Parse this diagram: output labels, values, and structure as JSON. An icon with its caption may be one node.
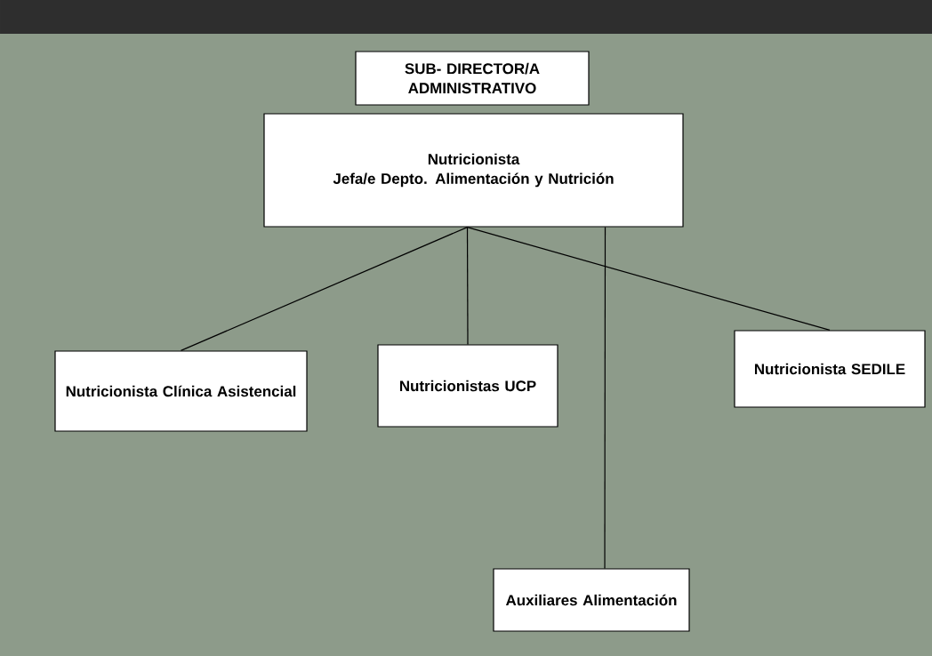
{
  "diagram": {
    "nodes": [
      {
        "text": [
          "SUB- DIRECTOR/A ADMINISTRATIVO"
        ]
      },
      {
        "text": [
          "Nutricionista",
          "Jefa/e Depto. Alimentación y Nutrición"
        ]
      },
      {
        "text": [
          "Nutricionista Clínica Asistencial"
        ]
      },
      {
        "text": [
          "Nutricionistas UCP"
        ]
      },
      {
        "text": [
          "Nutricionista SEDILE"
        ]
      },
      {
        "text": [
          "Auxiliares Alimentación"
        ]
      }
    ],
    "edges": [
      {
        "from": 1,
        "to": 2,
        "arrow": "none"
      },
      {
        "from": 1,
        "to": 3,
        "arrow": "none"
      },
      {
        "from": 1,
        "to": 4,
        "arrow": "none"
      },
      {
        "from": 1,
        "to": 5,
        "arrow": "none"
      }
    ]
  }
}
